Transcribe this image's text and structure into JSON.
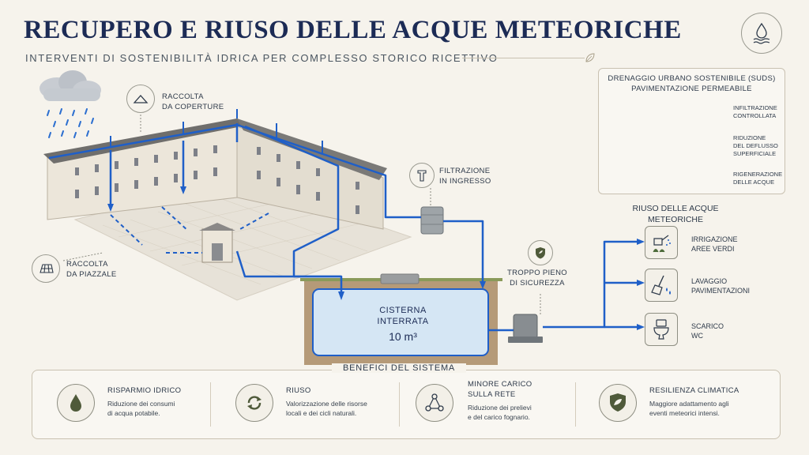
{
  "header": {
    "title": "RECUPERO E RIUSO DELLE ACQUE METEORICHE",
    "subtitle": "INTERVENTI DI SOSTENIBILITÀ IDRICA PER COMPLESSO STORICO RICETTIVO"
  },
  "labels": {
    "roof_line1": "RACCOLTA",
    "roof_line2": "DA COPERTURE",
    "yard_line1": "RACCOLTA",
    "yard_line2": "DA PIAZZALE",
    "filter_line1": "FILTRAZIONE",
    "filter_line2": "IN INGRESSO",
    "overflow_line1": "TROPPO PIENO",
    "overflow_line2": "DI SICUREZZA"
  },
  "cistern": {
    "line1": "CISTERNA",
    "line2": "INTERRATA",
    "volume": "10 m³"
  },
  "suds": {
    "title_line1": "DRENAGGIO URBANO SOSTENIBILE (SUDS)",
    "title_line2": "PAVIMENTAZIONE PERMEABILE",
    "items": [
      {
        "line1": "INFILTRAZIONE",
        "line2": "CONTROLLATA"
      },
      {
        "line1": "RIDUZIONE",
        "line2": "DEL DEFLUSSO",
        "line3": "SUPERFICIALE"
      },
      {
        "line1": "RIGENERAZIONE",
        "line2": "DELLE ACQUE"
      }
    ]
  },
  "reuse": {
    "title_line1": "RIUSO DELLE ACQUE",
    "title_line2": "METEORICHE",
    "items": [
      {
        "line1": "IRRIGAZIONE",
        "line2": "AREE VERDI",
        "icon": "watering-can-icon"
      },
      {
        "line1": "LAVAGGIO",
        "line2": "PAVIMENTAZIONI",
        "icon": "broom-icon"
      },
      {
        "line1": "SCARICO",
        "line2": "WC",
        "icon": "toilet-icon"
      }
    ]
  },
  "benefits": {
    "title": "BENEFICI DEL SISTEMA",
    "items": [
      {
        "title_line1": "RISPARMIO IDRICO",
        "title_line2": "",
        "desc_line1": "Riduzione dei consumi",
        "desc_line2": "di acqua potabile.",
        "icon": "water-drop-icon"
      },
      {
        "title_line1": "RIUSO",
        "title_line2": "",
        "desc_line1": "Valorizzazione delle risorse",
        "desc_line2": "locali e dei cicli naturali.",
        "icon": "recycle-icon"
      },
      {
        "title_line1": "MINORE CARICO",
        "title_line2": "SULLA RETE",
        "desc_line1": "Riduzione dei prelievi",
        "desc_line2": "e del carico fognario.",
        "icon": "network-icon"
      },
      {
        "title_line1": "RESILIENZA CLIMATICA",
        "title_line2": "",
        "desc_line1": "Maggiore adattamento agli",
        "desc_line2": "eventi meteorici intensi.",
        "icon": "shield-leaf-icon"
      }
    ]
  },
  "colors": {
    "navy": "#1c2b55",
    "pipe_blue": "#1f5fc8",
    "olive": "#4f5a3a",
    "background": "#f6f3ec"
  }
}
